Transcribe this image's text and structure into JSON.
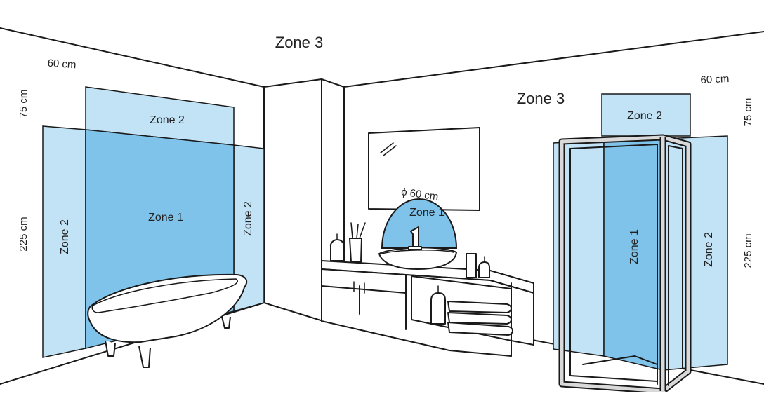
{
  "colors": {
    "zone1": "#7fc3ea",
    "zone2": "#c2e3f6",
    "outline": "#1a1a1a",
    "frame": "#d9d9d9"
  },
  "labels": {
    "zone3_top": "Zone 3",
    "zone3_right": "Zone 3",
    "bath_zone2_top": "Zone 2",
    "bath_zone1": "Zone 1",
    "bath_zone2_left": "Zone 2",
    "bath_zone2_right": "Zone 2",
    "sink_zone1": "Zone 1",
    "shower_zone2_top": "Zone 2",
    "shower_zone1": "Zone 1",
    "shower_zone2_right": "Zone 2"
  },
  "dimensions": {
    "bath_width": "60 cm",
    "bath_upper_height": "75 cm",
    "bath_lower_height": "225 cm",
    "sink_diameter": "ϕ 60 cm",
    "shower_width": "60 cm",
    "shower_upper_height": "75 cm",
    "shower_lower_height": "225 cm"
  }
}
